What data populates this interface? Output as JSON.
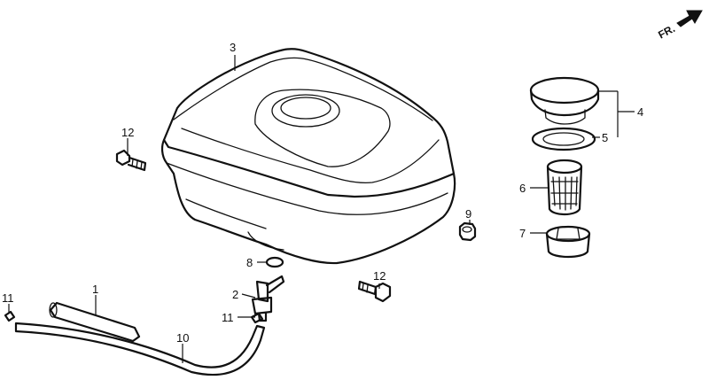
{
  "direction_indicator": {
    "label": "FR.",
    "icon": "arrow-icon"
  },
  "callouts": {
    "c1": "1",
    "c2": "2",
    "c3": "3",
    "c4": "4",
    "c5": "5",
    "c6": "6",
    "c7": "7",
    "c8": "8",
    "c9": "9",
    "c10": "10",
    "c11a": "11",
    "c11b": "11",
    "c12a": "12",
    "c12b": "12"
  }
}
